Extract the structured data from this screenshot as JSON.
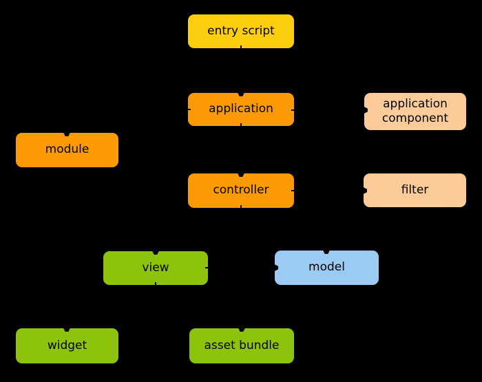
{
  "diagram": {
    "background_color": "#000000",
    "text_color": "#000000",
    "nodes": [
      {
        "id": "entry-script",
        "label": "entry script",
        "color": "#FCCE0D"
      },
      {
        "id": "application",
        "label": "application",
        "color": "#FB9A02"
      },
      {
        "id": "application-component",
        "label": "application component",
        "color": "#FBCC99"
      },
      {
        "id": "module",
        "label": "module",
        "color": "#FB9A02"
      },
      {
        "id": "controller",
        "label": "controller",
        "color": "#FB9A02"
      },
      {
        "id": "filter",
        "label": "filter",
        "color": "#FBCC99"
      },
      {
        "id": "view",
        "label": "view",
        "color": "#8DC30D"
      },
      {
        "id": "model",
        "label": "model",
        "color": "#9BCBF2"
      },
      {
        "id": "widget",
        "label": "widget",
        "color": "#8DC30D"
      },
      {
        "id": "asset-bundle",
        "label": "asset bundle",
        "color": "#8DC30D"
      }
    ],
    "edges": [
      {
        "from": "entry-script",
        "to": "application"
      },
      {
        "from": "application",
        "to": "application-component"
      },
      {
        "from": "application",
        "to": "module"
      },
      {
        "from": "application",
        "to": "controller"
      },
      {
        "from": "controller",
        "to": "filter"
      },
      {
        "from": "controller",
        "to": "view"
      },
      {
        "from": "controller",
        "to": "model"
      },
      {
        "from": "view",
        "to": "model"
      },
      {
        "from": "view",
        "to": "widget"
      },
      {
        "from": "view",
        "to": "asset-bundle"
      }
    ]
  }
}
